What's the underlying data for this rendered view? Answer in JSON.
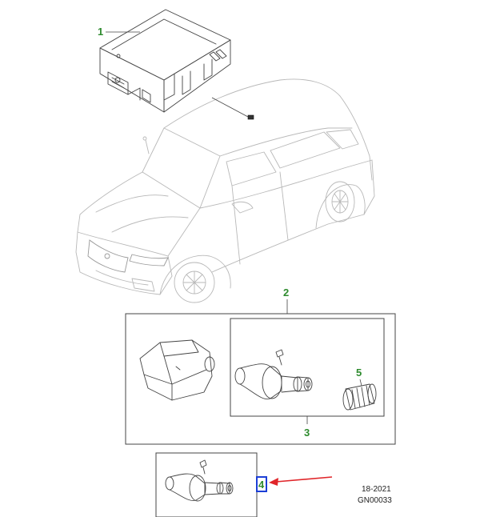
{
  "callouts": {
    "c1": "1",
    "c2": "2",
    "c3": "3",
    "c4": "4",
    "c5": "5"
  },
  "reference": {
    "year": "18-2021",
    "code": "GN00033"
  },
  "colors": {
    "callout": "#2e8b2e",
    "highlight_box": "#1c3fd6",
    "arrow": "#e0262a",
    "car_outline": "#b8b8b8",
    "part_outline": "#444444"
  },
  "highlighted_callout": "4"
}
